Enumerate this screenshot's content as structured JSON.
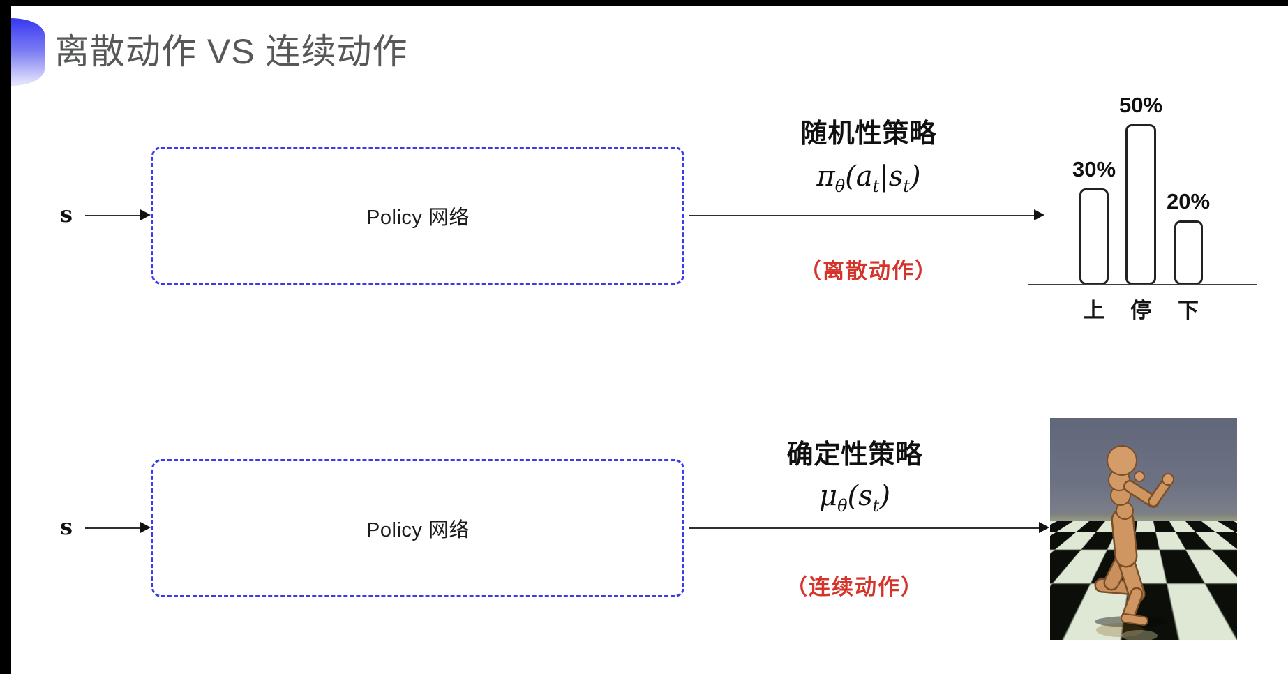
{
  "slide": {
    "title": "离散动作 VS 连续动作"
  },
  "rows": {
    "discrete": {
      "input_label": "s",
      "box_label": "Policy 网络",
      "policy_type": "随机性策略",
      "formula": {
        "sym": "π",
        "sym_sub": "θ",
        "open": "(a",
        "a_sub": "t",
        "mid": "|s",
        "s_sub": "t",
        "close": ")"
      },
      "note": "（离散动作）"
    },
    "continuous": {
      "input_label": "s",
      "box_label": "Policy 网络",
      "policy_type": "确定性策略",
      "formula": {
        "sym": "μ",
        "sym_sub": "θ",
        "open": "(s",
        "s_sub": "t",
        "close": ")"
      },
      "note": "（连续动作）"
    }
  },
  "chart_data": {
    "type": "bar",
    "categories": [
      "上",
      "停",
      "下"
    ],
    "values": [
      30,
      50,
      20
    ],
    "value_labels": [
      "30%",
      "50%",
      "20%"
    ],
    "title": "",
    "xlabel": "",
    "ylabel": "",
    "ylim": [
      0,
      55
    ],
    "grid": false,
    "legend": false,
    "bar_style": "white fill, black rounded outline"
  },
  "colors": {
    "box_border_blue": "#3b3bec",
    "note_red": "#d5342b",
    "title_gray": "#57585a",
    "accent_gradient_top": "#3d3df2",
    "accent_gradient_bottom": "#e2e2fc"
  }
}
